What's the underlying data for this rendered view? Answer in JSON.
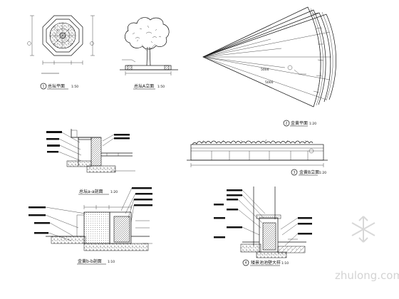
{
  "drawings": [
    {
      "id": "tree-pit-plan",
      "label": "总坛平面",
      "scale": "1:50"
    },
    {
      "id": "tree-pit-elevation",
      "label": "总坛A立面",
      "scale": "1:50"
    },
    {
      "id": "fan-plan",
      "label": "金黄平面",
      "scale": "1:20"
    },
    {
      "id": "pit-section-aa",
      "label": "总坛a-a剖面",
      "scale": "1:20"
    },
    {
      "id": "fan-elevation",
      "label": "金黄B立面",
      "scale": "1:20"
    },
    {
      "id": "fan-section-bb",
      "label": "金黄b-b剖面",
      "scale": "1:10"
    },
    {
      "id": "retaining-wall",
      "label": "矮景池池壁大样",
      "scale": "1:10"
    }
  ],
  "watermark": "zhulong.com"
}
